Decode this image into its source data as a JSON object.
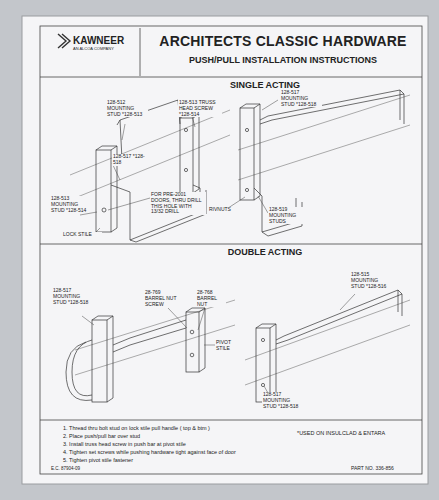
{
  "diagram": {
    "title": "ARCHITECTS CLASSIC HARDWARE",
    "labels": [
      "KAWNEER",
      "AN ALCOA COMPANY",
      "PUSH/PULL INSTALLATION INSTRUCTIONS",
      "SINGLE ACTING",
      "128-512 MOUNTING STUD *128-513",
      "128-513 TRUSS HEAD SCREW *128-514",
      "128-517 *128-518",
      "128-513 MOUNTING STUD *128-514",
      "LOCK STILE",
      "FOR PRE-2001 DOORS, THRU DRILL THIS HOLE WITH 13/32 DRILL",
      "RIVNUTS",
      "128-519 MOUNTING STUDS",
      "128-517 MOUNTING STUD *128-518",
      "DOUBLE ACTING",
      "128-517 MOUNTING STUD *128-518",
      "28-769 BARREL NUT SCREW",
      "28-768 BARREL NUT",
      "PIVOT STILE",
      "128-515 MOUNTING STUD *128-516",
      "128-517 MOUNTING STUD *128-518",
      "1. Thread thru bolt stud on lock stile pull handle ( top & btm )",
      "2. Place push/pull bar over stud",
      "3. Install truss head screw in push bar at pivot stile",
      "4. Tighten set screws while pushing hardware tight against face of door",
      "5. Tighten pivot stile fastener",
      "*USED ON INSULCLAD & ENTARA",
      "E.C. 87904-09",
      "PART NO. 336-856"
    ]
  }
}
